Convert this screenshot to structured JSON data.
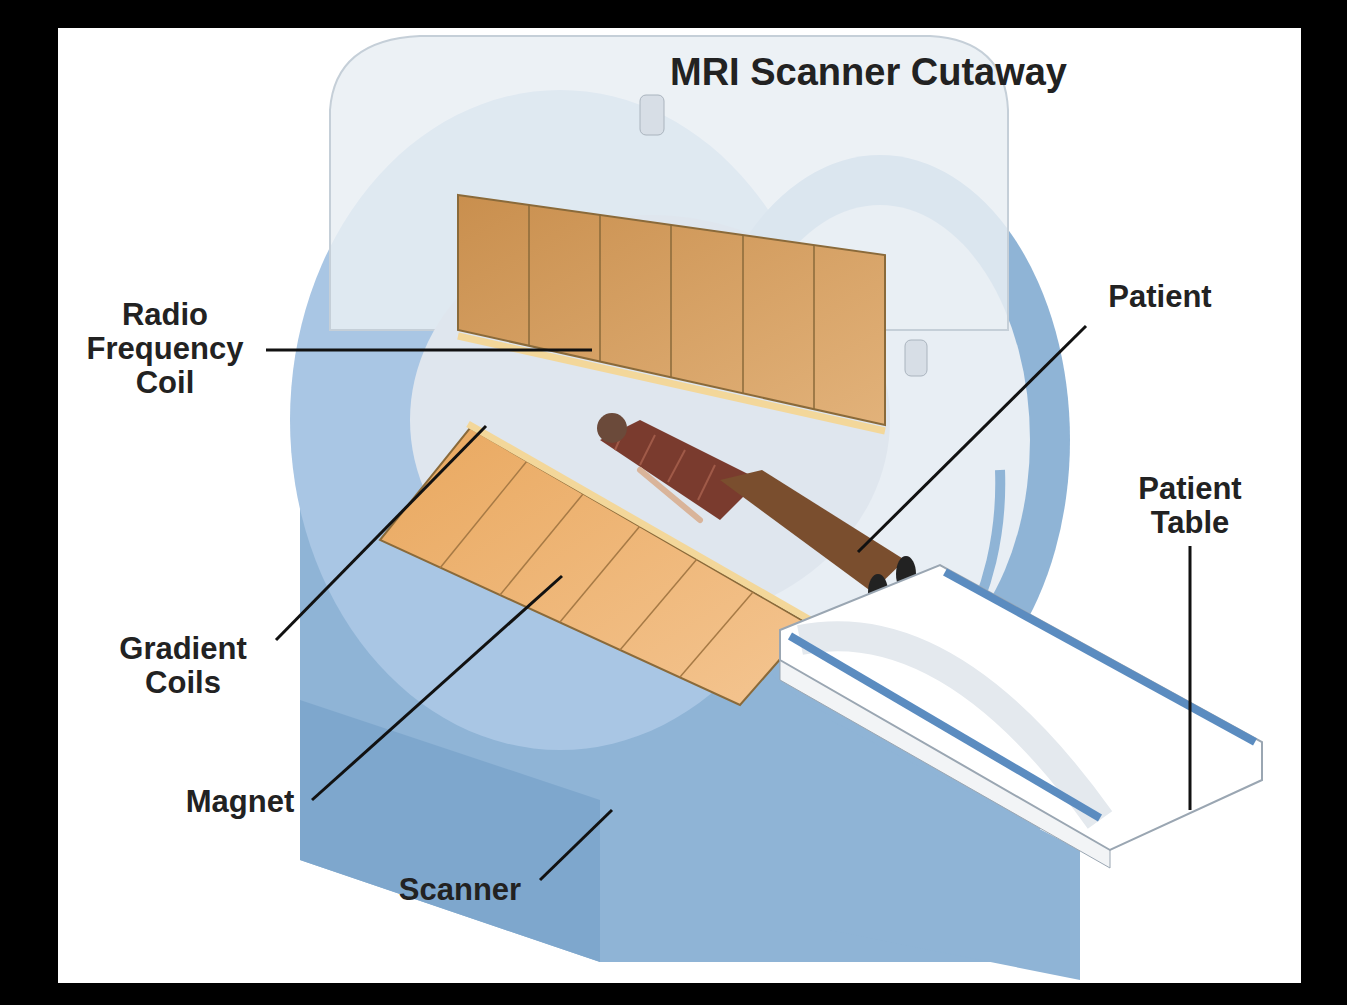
{
  "diagram": {
    "title": "MRI Scanner Cutaway",
    "labels": [
      "Radio Frequency Coil",
      "Patient",
      "Patient Table",
      "Gradient Coils",
      "Magnet",
      "Scanner"
    ]
  }
}
